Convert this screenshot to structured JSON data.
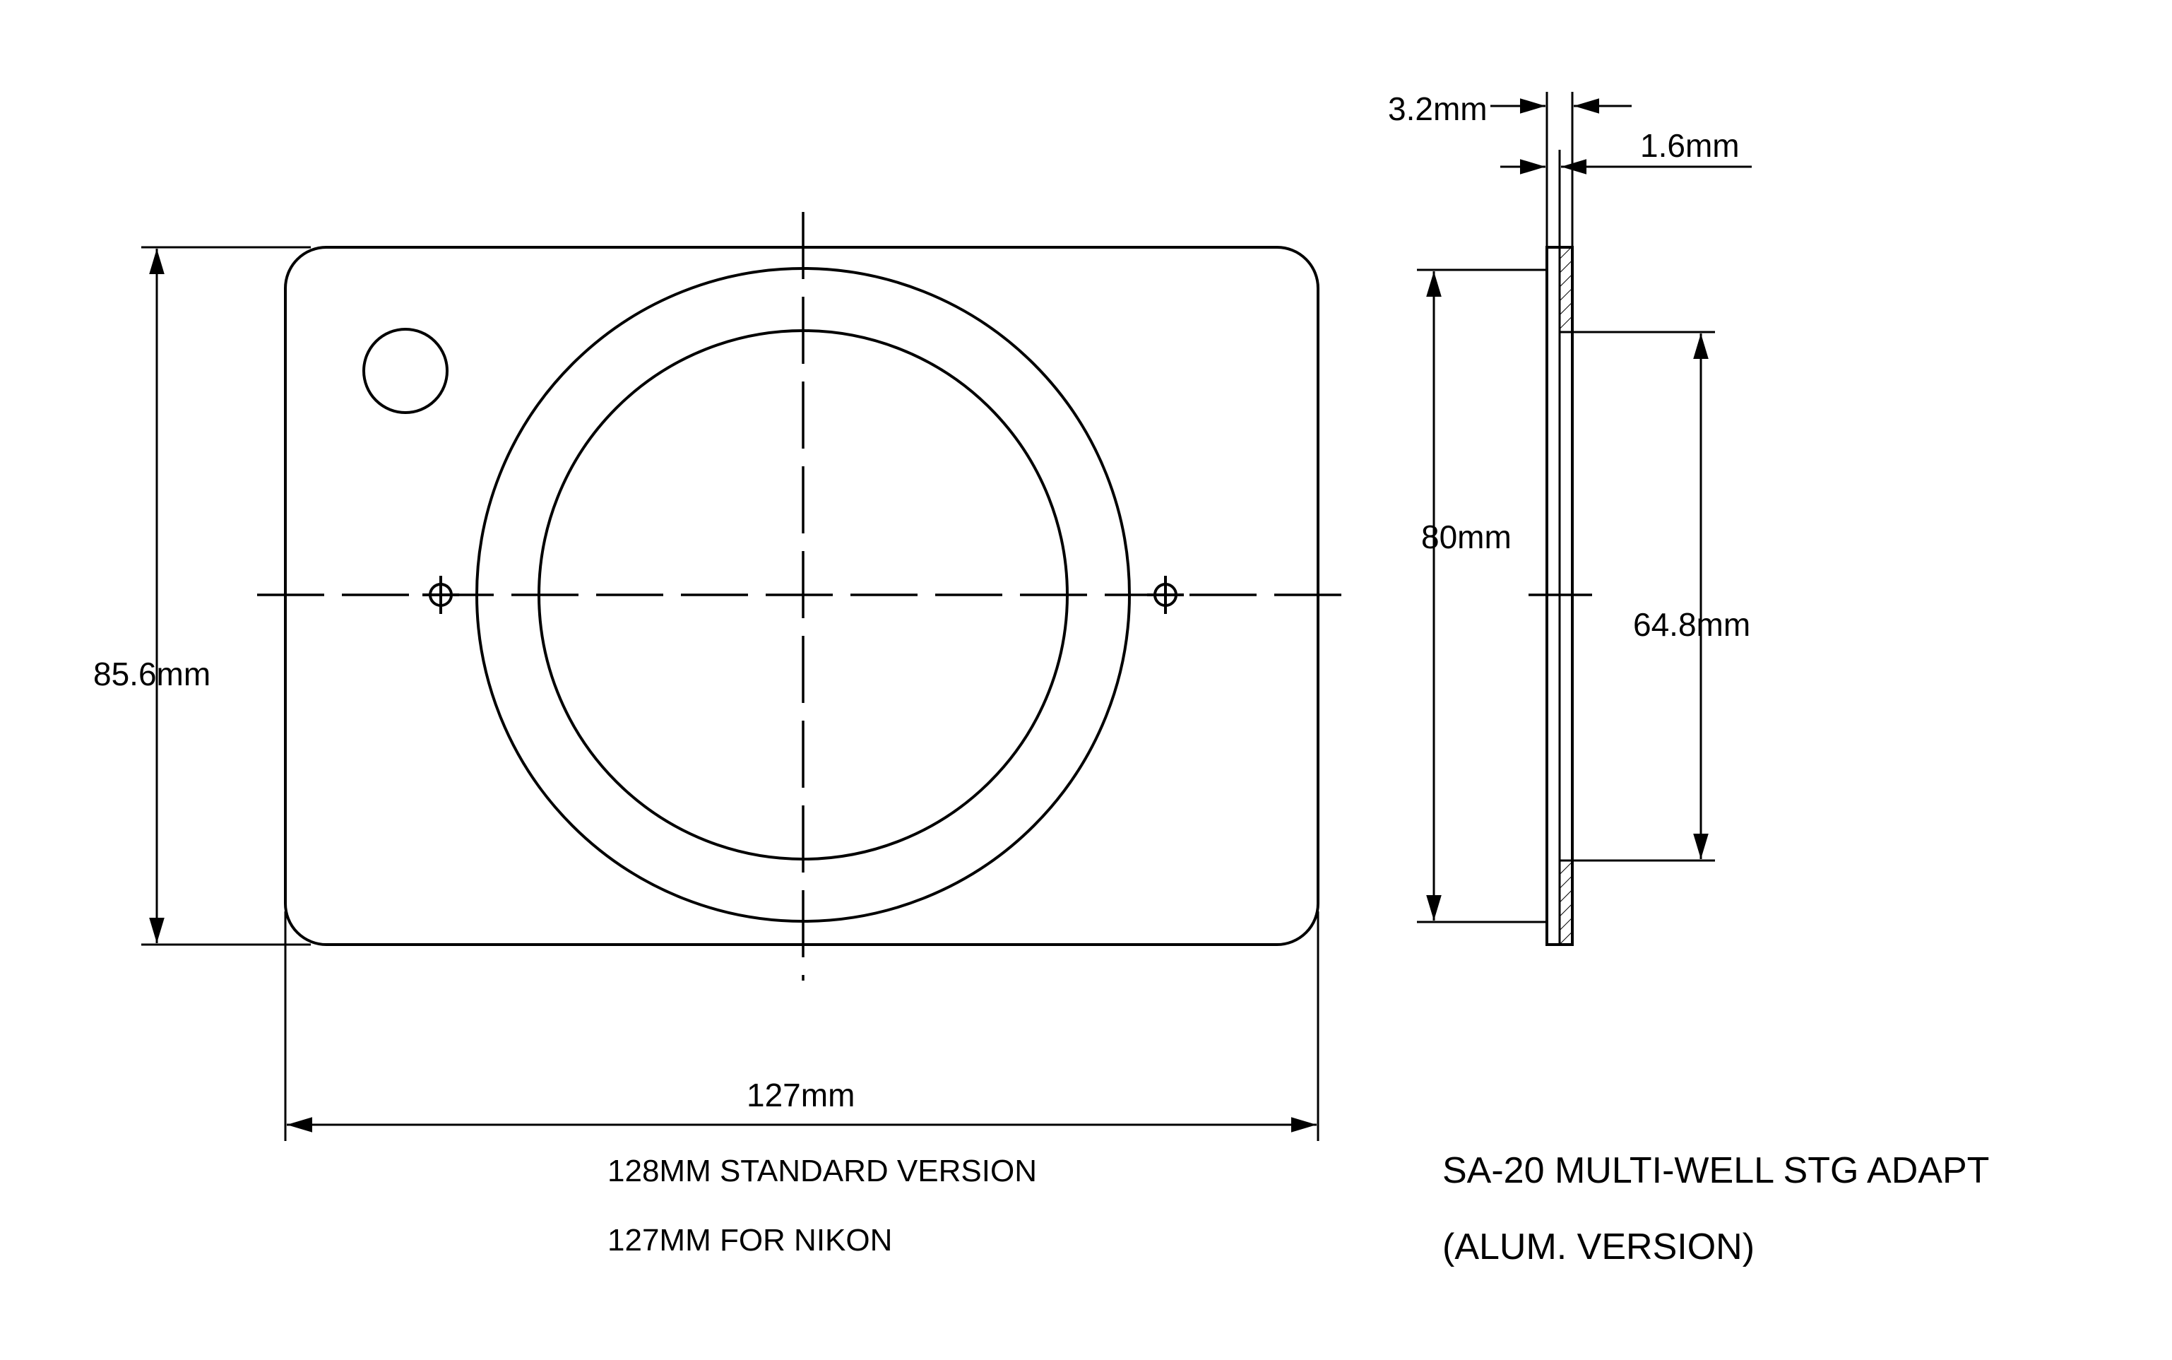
{
  "dimensions": {
    "width_127": "127mm",
    "height_85_6": "85.6mm",
    "thickness_3_2": "3.2mm",
    "thickness_1_6": "1.6mm",
    "recess_80": "80mm",
    "opening_64_8": "64.8mm"
  },
  "notes": {
    "standard_version": "128MM STANDARD VERSION",
    "nikon_version": "127MM FOR NIKON"
  },
  "title_block": {
    "line1": "SA-20 MULTI-WELL STG ADAPT",
    "line2": "(ALUM. VERSION)"
  }
}
